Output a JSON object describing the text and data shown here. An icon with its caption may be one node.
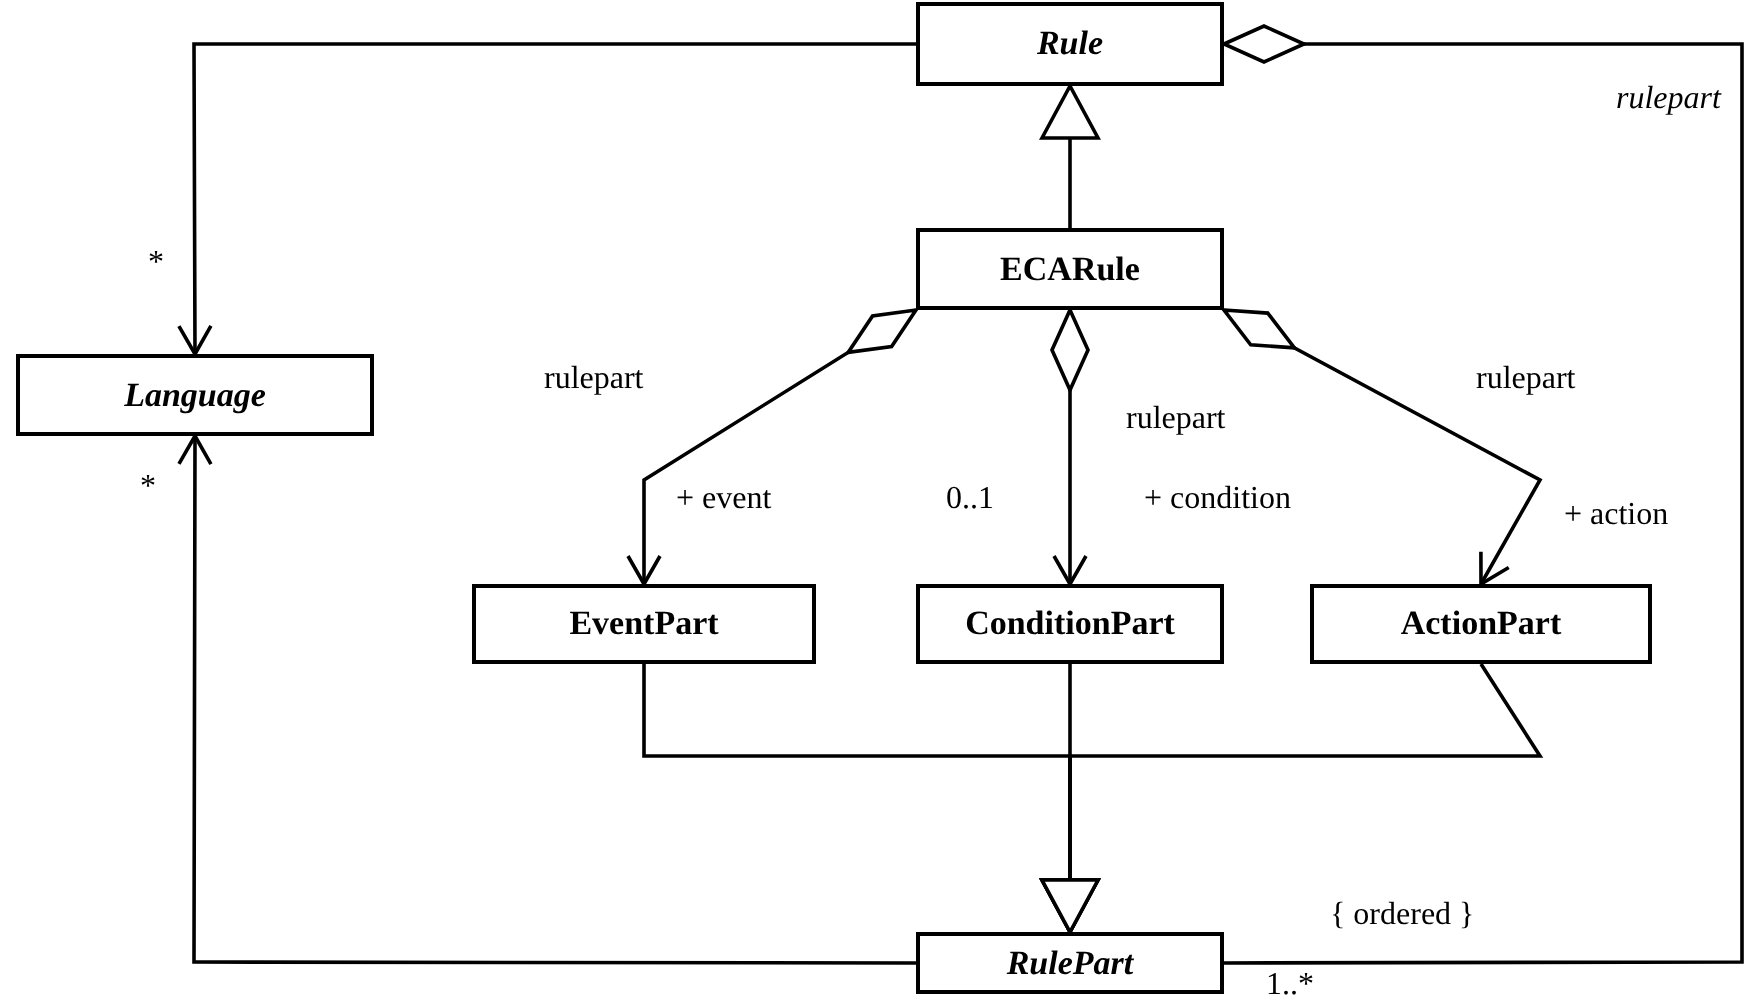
{
  "diagram": {
    "nodes": [
      {
        "text": [
          "Rule"
        ]
      },
      {
        "text": [
          "Language"
        ]
      },
      {
        "text": [
          "ECARule"
        ]
      },
      {
        "text": [
          "EventPart"
        ]
      },
      {
        "text": [
          "ConditionPart"
        ]
      },
      {
        "text": [
          "ActionPart"
        ]
      },
      {
        "text": [
          "RulePart"
        ]
      }
    ],
    "edges": [
      {
        "from": 0,
        "to": 1,
        "arrow": "to"
      },
      {
        "from": 2,
        "to": 0,
        "arrow": "to"
      },
      {
        "from": 2,
        "to": 3,
        "arrow": "to",
        "label": "rulepart"
      },
      {
        "from": 2,
        "to": 4,
        "arrow": "to",
        "label": "rulepart"
      },
      {
        "from": 2,
        "to": 5,
        "arrow": "to",
        "label": "rulepart"
      },
      {
        "from": 3,
        "to": 6,
        "arrow": "to"
      },
      {
        "from": 4,
        "to": 6,
        "arrow": "to"
      },
      {
        "from": 5,
        "to": 6,
        "arrow": "to"
      },
      {
        "from": 0,
        "to": 6,
        "arrow": "other",
        "label": "rulepart"
      },
      {
        "from": 6,
        "to": 1,
        "arrow": "to"
      }
    ],
    "labels": [
      "*",
      "*",
      "+ event",
      "0..1",
      "+ condition",
      "+ action",
      "{ ordered }",
      "1..*"
    ]
  }
}
